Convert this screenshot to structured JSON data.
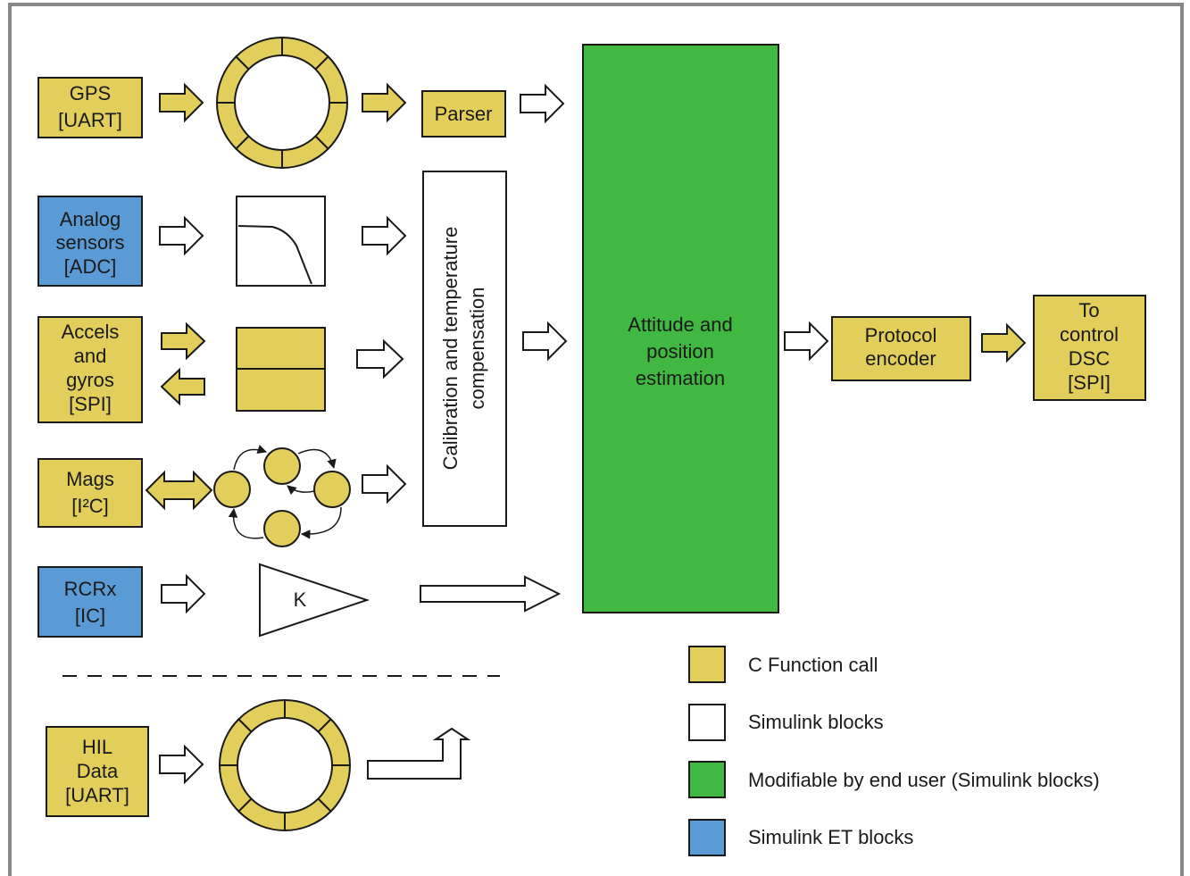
{
  "colors": {
    "c_function": "#e2cf5b",
    "simulink": "#ffffff",
    "modifiable": "#41b841",
    "simulink_et": "#5b9bd5",
    "frame": "#888888",
    "stroke": "#1a1a1a"
  },
  "blocks": {
    "gps": [
      "GPS",
      "[UART]"
    ],
    "analog": [
      "Analog",
      "sensors",
      "[ADC]"
    ],
    "accels": [
      "Accels",
      "and",
      "gyros",
      "[SPI]"
    ],
    "mags": [
      "Mags",
      "[I²C]"
    ],
    "rcrx": [
      "RCRx",
      "[IC]"
    ],
    "hil": [
      "HIL",
      "Data",
      "[UART]"
    ],
    "parser": "Parser",
    "calibration": [
      "Calibration and temperature",
      "compensation"
    ],
    "attitude": [
      "Attitude and",
      "position",
      "estimation"
    ],
    "protocol": [
      "Protocol",
      "encoder"
    ],
    "to_control": [
      "To",
      "control",
      "DSC",
      "[SPI]"
    ],
    "gain": "K"
  },
  "legend": [
    {
      "label": "C Function call",
      "color": "#e2cf5b"
    },
    {
      "label": "Simulink blocks",
      "color": "#ffffff"
    },
    {
      "label": "Modifiable by end user (Simulink blocks)",
      "color": "#41b841"
    },
    {
      "label": "Simulink ET blocks",
      "color": "#5b9bd5"
    }
  ]
}
